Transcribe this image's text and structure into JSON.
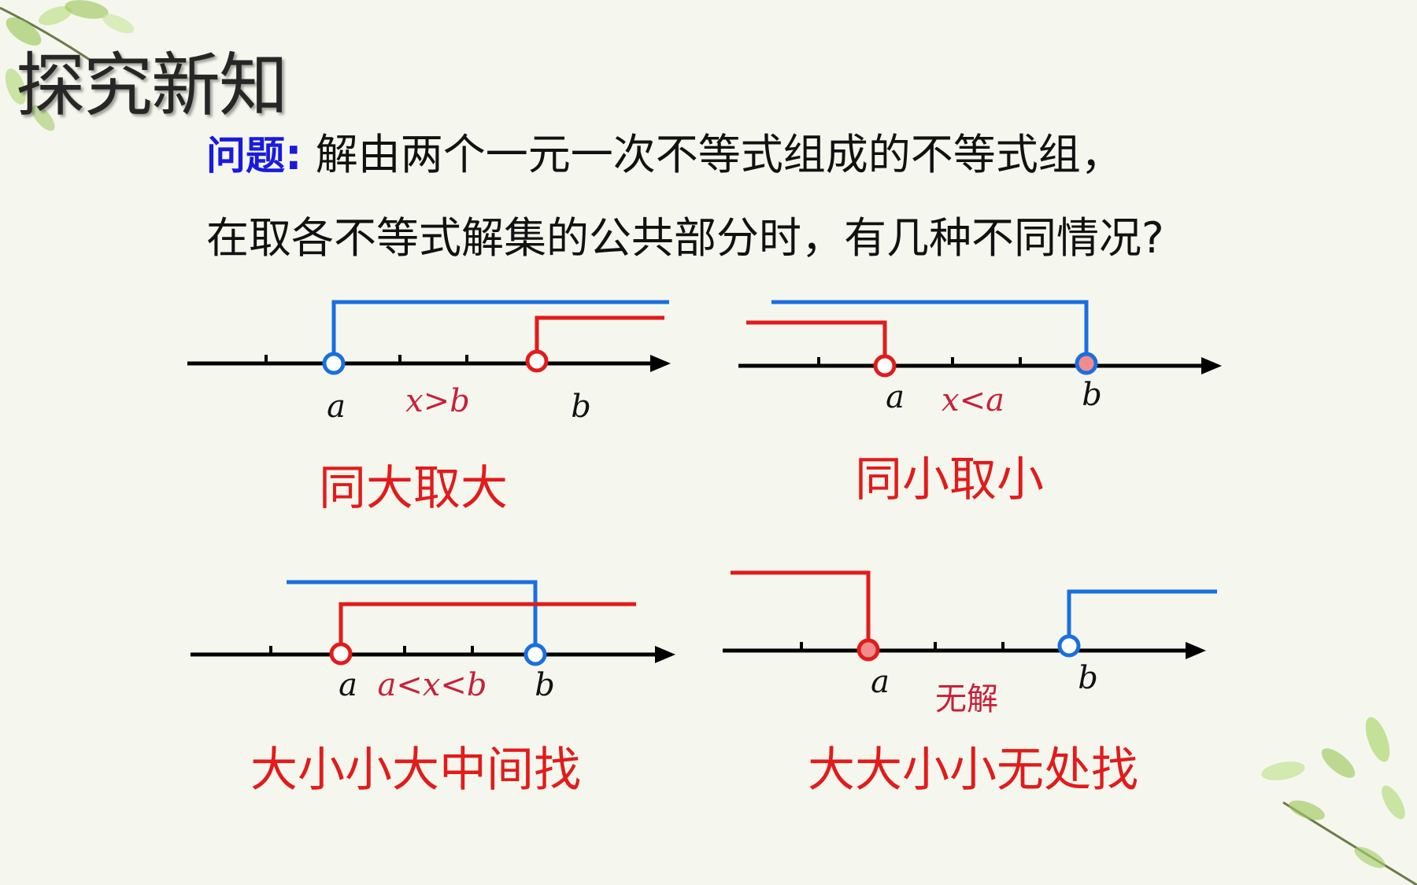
{
  "title": "探究新知",
  "question": {
    "label": "问题",
    "colon": ":",
    "line1": "解由两个一元一次不等式组成的不等式组，",
    "line2": "在取各不等式解集的公共部分时，有几种不同情况?"
  },
  "diagrams": [
    {
      "point_a": "a",
      "point_b": "b",
      "solution": "x>b",
      "rule": "同大取大"
    },
    {
      "point_a": "a",
      "point_b": "b",
      "solution": "x<a",
      "rule": "同小取小"
    },
    {
      "point_a": "a",
      "point_b": "b",
      "solution": "a<x<b",
      "rule": "大小小大中间找"
    },
    {
      "point_a": "a",
      "point_b": "b",
      "solution": "无解",
      "rule": "大大小小无处找"
    }
  ],
  "colors": {
    "blue": "#1a6fe0",
    "red": "#e21b1b",
    "axis": "#000000",
    "question_label": "#1a1adf",
    "solution_text": "#c8203b"
  },
  "decoration": [
    "leaf-branch-top-left",
    "leaf-branch-bottom-right"
  ]
}
